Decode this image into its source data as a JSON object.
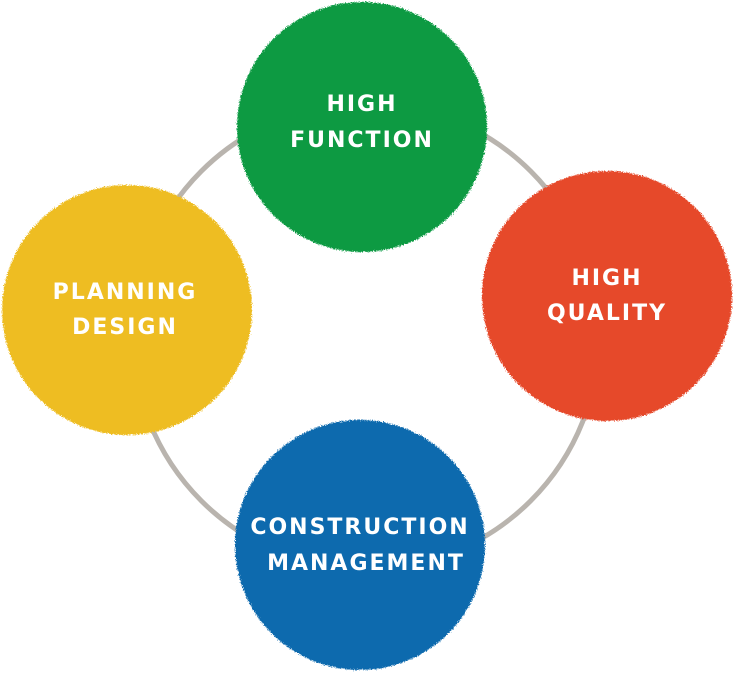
{
  "diagram": {
    "ring_color": "#b9b4ae",
    "nodes": [
      {
        "id": "high-function",
        "line1": "HIGH",
        "line2": "FUNCTION",
        "color": "#079a42"
      },
      {
        "id": "high-quality",
        "line1": "HIGH",
        "line2": "QUALITY",
        "color": "#e6492c"
      },
      {
        "id": "construction-management",
        "line1": "CONSTRUCTION",
        "line2": "MANAGEMENT",
        "color": "#0c6aae"
      },
      {
        "id": "planning-design",
        "line1": "PLANNING",
        "line2": "DESIGN",
        "color": "#eebd21"
      }
    ]
  }
}
